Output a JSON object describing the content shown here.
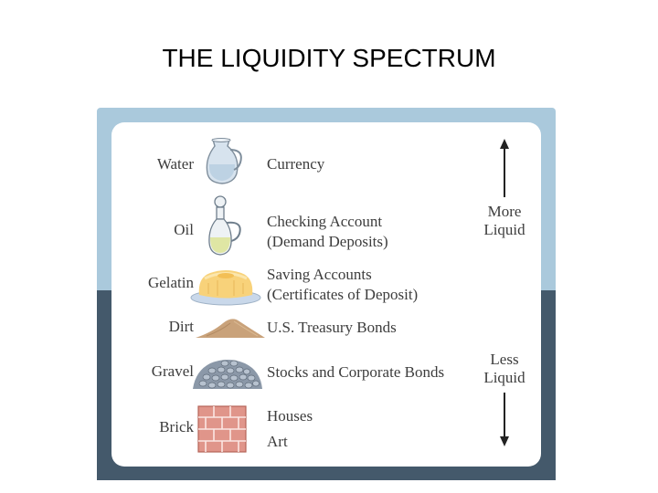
{
  "title": "THE LIQUIDITY SPECTRUM",
  "rows": [
    {
      "substance": "Water",
      "asset_line1": "Currency",
      "asset_line2": "",
      "icon": "water-pitcher-icon"
    },
    {
      "substance": "Oil",
      "asset_line1": "Checking Account",
      "asset_line2": "(Demand Deposits)",
      "icon": "oil-cruet-icon"
    },
    {
      "substance": "Gelatin",
      "asset_line1": "Saving Accounts",
      "asset_line2": "(Certificates of Deposit)",
      "icon": "gelatin-mold-icon"
    },
    {
      "substance": "Dirt",
      "asset_line1": "U.S. Treasury Bonds",
      "asset_line2": "",
      "icon": "dirt-pile-icon"
    },
    {
      "substance": "Gravel",
      "asset_line1": "Stocks and Corporate Bonds",
      "asset_line2": "",
      "icon": "gravel-pile-icon"
    },
    {
      "substance": "Brick",
      "asset_line1": "Houses",
      "asset_line2": "Art",
      "icon": "brick-icon"
    }
  ],
  "scale": {
    "top_line1": "More",
    "top_line2": "Liquid",
    "bottom_line1": "Less",
    "bottom_line2": "Liquid"
  },
  "colors": {
    "panel_light": "#aac9dc",
    "panel_dark": "#44596b",
    "text": "#3d3d3d"
  }
}
